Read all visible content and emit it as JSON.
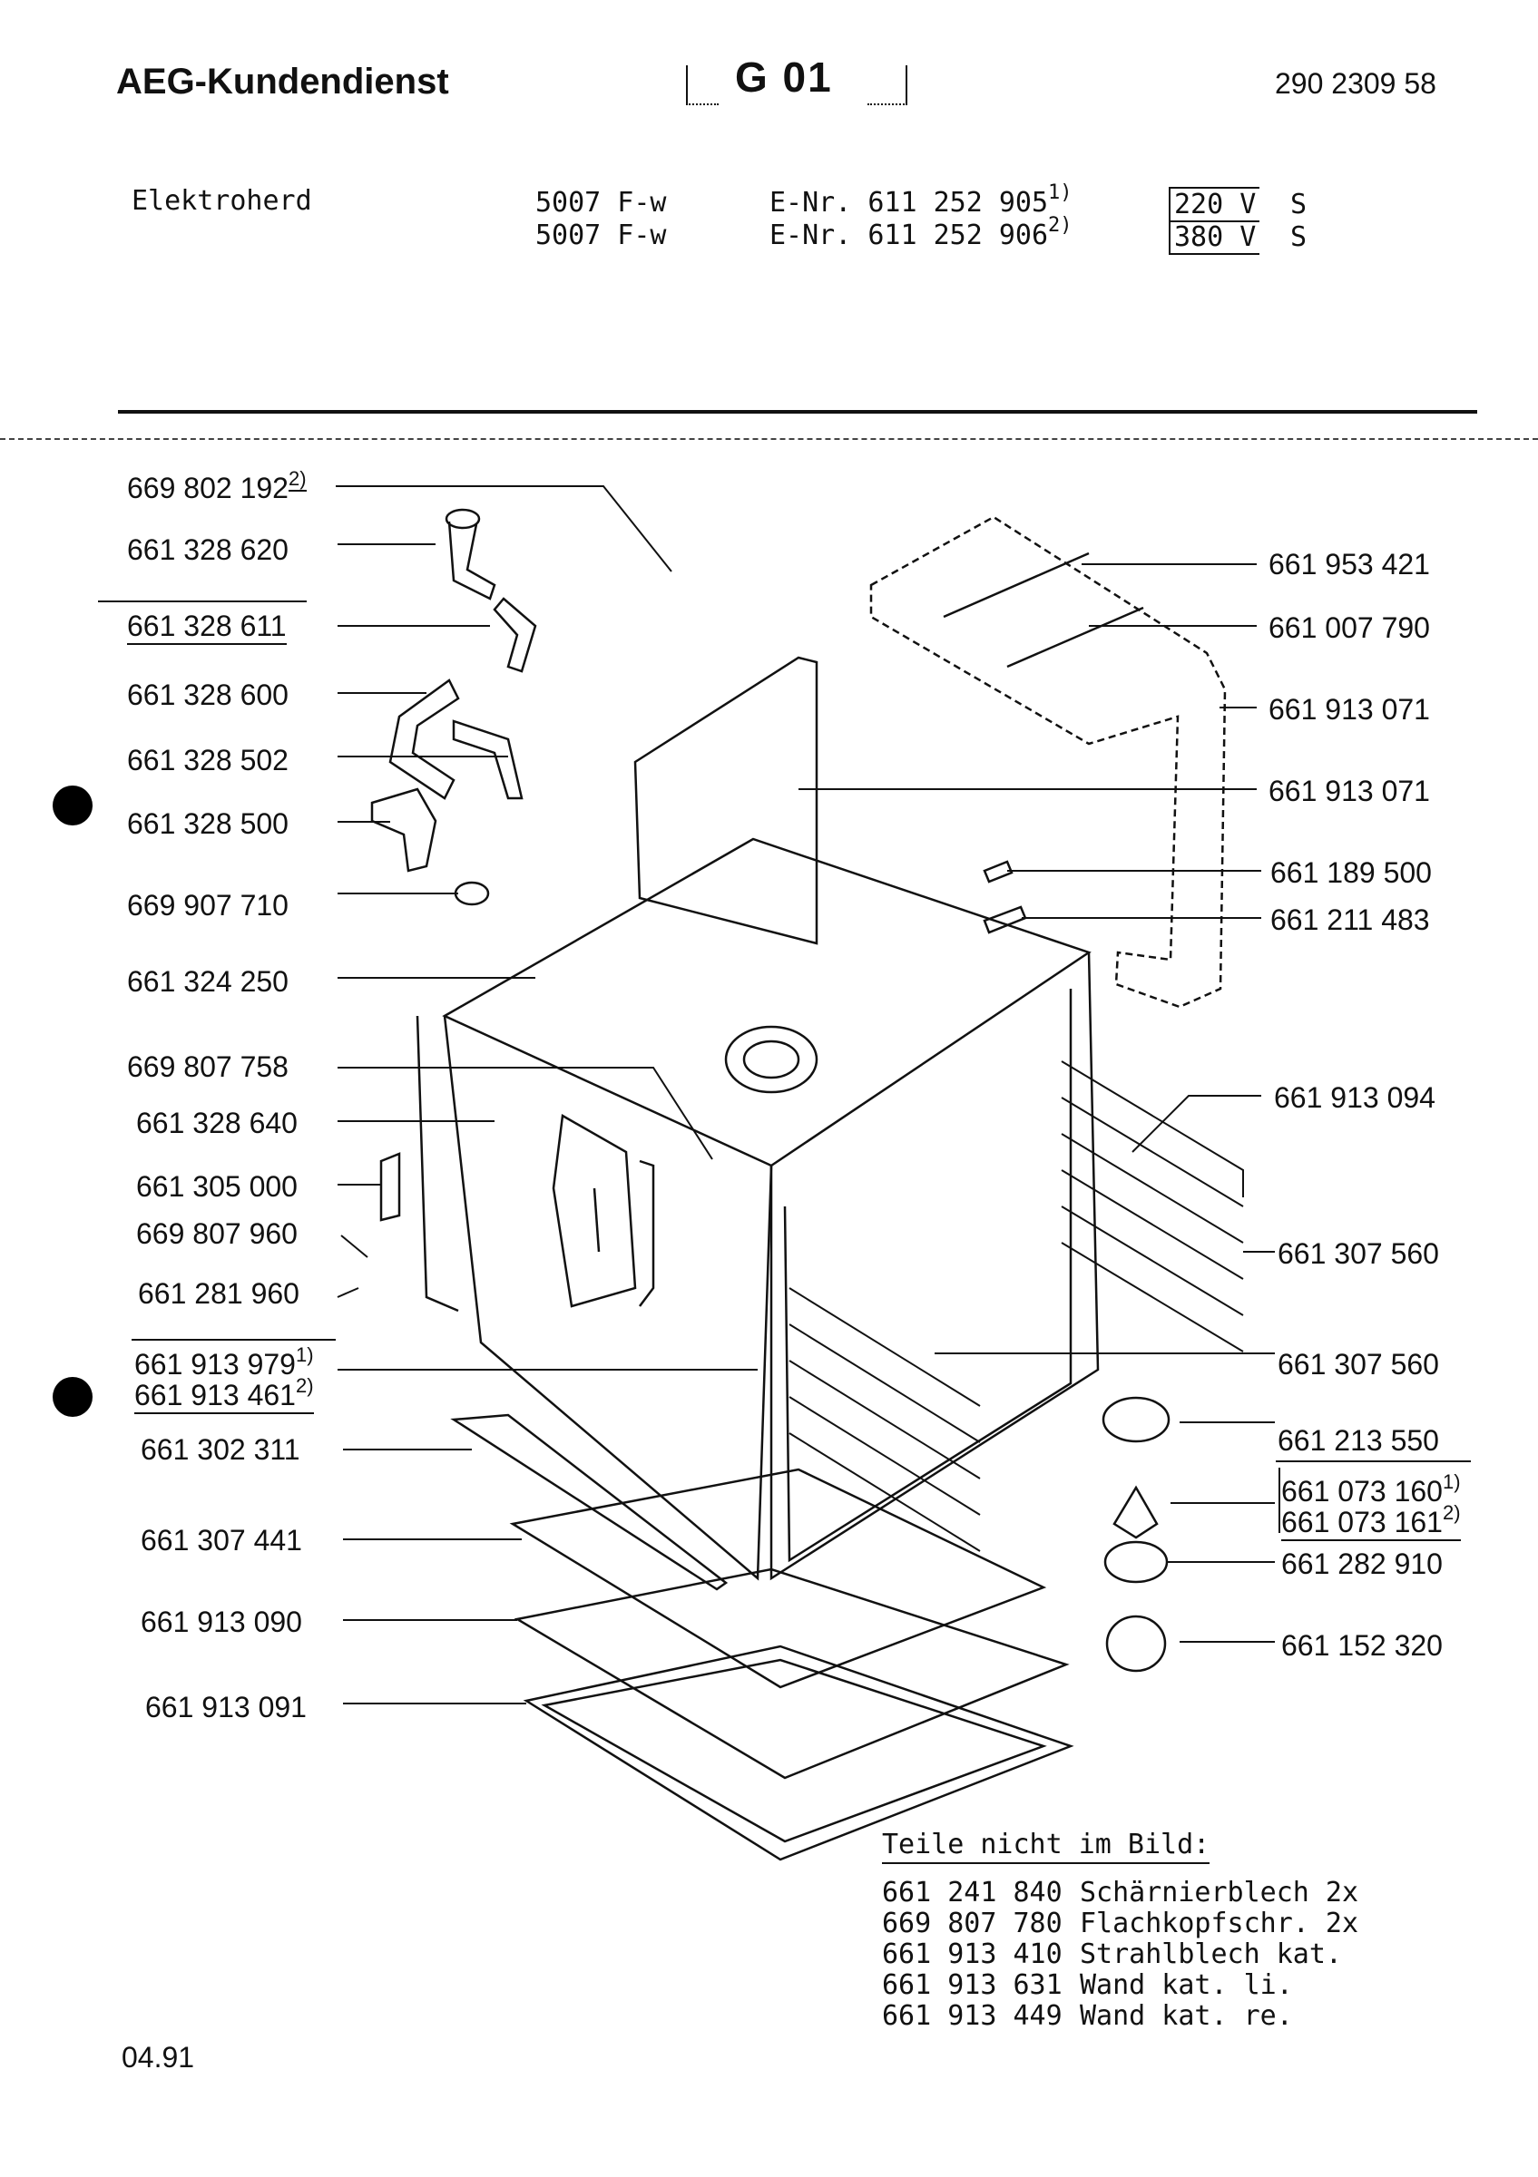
{
  "header": {
    "brand": "AEG-Kundendienst",
    "code": "G 01",
    "doc_number": "290 2309 58"
  },
  "product": {
    "name": "Elektroherd",
    "variants": [
      {
        "model": "5007 F-w",
        "enr": "E-Nr. 611 252 905",
        "note": "1)",
        "voltage": "220 V",
        "suffix": "S"
      },
      {
        "model": "5007 F-w",
        "enr": "E-Nr. 611 252 906",
        "note": "2)",
        "voltage": "380 V",
        "suffix": "S"
      }
    ]
  },
  "left_labels": [
    {
      "num": "669 802 192",
      "note": "2)"
    },
    {
      "num": "661 328 620"
    },
    {
      "num": "661 328 611"
    },
    {
      "num": "661 328 600"
    },
    {
      "num": "661 328 502"
    },
    {
      "num": "661 328 500"
    },
    {
      "num": "669 907 710"
    },
    {
      "num": "661 324 250"
    },
    {
      "num": "669 807 758"
    },
    {
      "num": "661 328 640"
    },
    {
      "num": "661 305 000"
    },
    {
      "num": "669 807 960"
    },
    {
      "num": "661 281 960"
    },
    {
      "num": "661 913 979",
      "note": "1)"
    },
    {
      "num": "661 913 461",
      "note": "2)"
    },
    {
      "num": "661 302 311"
    },
    {
      "num": "661 307 441"
    },
    {
      "num": "661 913 090"
    },
    {
      "num": "661 913 091"
    }
  ],
  "right_labels": [
    {
      "num": "661 953 421"
    },
    {
      "num": "661 007 790"
    },
    {
      "num": "661 913 071"
    },
    {
      "num": "661 913 071"
    },
    {
      "num": "661 189 500"
    },
    {
      "num": "661 211 483"
    },
    {
      "num": "661 913 094"
    },
    {
      "num": "661 307 560"
    },
    {
      "num": "661 307 560"
    },
    {
      "num": "661 213 550"
    },
    {
      "num": "661 073 160",
      "note": "1)"
    },
    {
      "num": "661 073 161",
      "note": "2)"
    },
    {
      "num": "661 282 910"
    },
    {
      "num": "661 152 320"
    }
  ],
  "not_in_picture": {
    "title": "Teile nicht im Bild:",
    "items": [
      {
        "num": "661 241 840",
        "desc": "Schärnierblech 2x"
      },
      {
        "num": "669 807 780",
        "desc": "Flachkopfschr. 2x"
      },
      {
        "num": "661 913 410",
        "desc": "Strahlblech kat."
      },
      {
        "num": "661 913 631",
        "desc": "Wand kat. li."
      },
      {
        "num": "661 913 449",
        "desc": "Wand kat. re."
      }
    ]
  },
  "footer": {
    "date": "04.91"
  }
}
